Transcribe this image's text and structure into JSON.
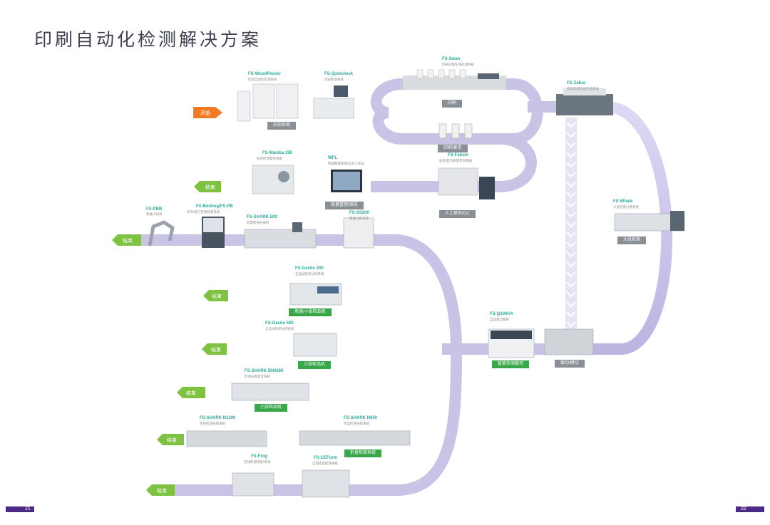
{
  "title": "印刷自动化检测解决方案",
  "start_label": "开始",
  "end_label": "结束",
  "page_left": "21",
  "page_right": "22",
  "colors": {
    "flow": "#c9c3e6",
    "flow_dark": "#b8b0de",
    "start": "#f07a24",
    "end": "#7fc242",
    "name": "#2aa89a",
    "page_bar": "#4a2a82"
  },
  "products": [
    {
      "id": "woodpecker",
      "name": "FS-WoodPecker",
      "desc": "印前自动化检测系统"
    },
    {
      "id": "spotcheck",
      "name": "FS-Spotcheck",
      "desc": "印前检测系统"
    },
    {
      "id": "swan",
      "name": "FS-Swan",
      "desc": "印刷过程在线检测系统"
    },
    {
      "id": "zebra",
      "name": "FS-Zebra",
      "desc": "卷筒印刷在线检测系统"
    },
    {
      "id": "falcon",
      "name": "FS-Falcon",
      "desc": "标签/软包质量检测系统"
    },
    {
      "id": "wfl",
      "name": "WFL",
      "desc": "智能数据管理/信息工作站"
    },
    {
      "id": "mamba",
      "name": "FS-Mamba 350",
      "desc": "标签检测复卷系统"
    },
    {
      "id": "prb",
      "name": "FS-PRB",
      "desc": "机器人码垛"
    },
    {
      "id": "binding",
      "name": "FS-Binding/FS-PB",
      "desc": "折页/装订在线检测系统"
    },
    {
      "id": "shark500",
      "name": "FS-SHARK 500",
      "desc": "智能检测分拣机"
    },
    {
      "id": "ss200",
      "name": "FS-SS200",
      "desc": "智能分拣系统"
    },
    {
      "id": "whale",
      "name": "FS-Whale",
      "desc": "大张检测分拣系统"
    },
    {
      "id": "gecko200",
      "name": "FS-Gecko 200",
      "desc": "全自动检测分拣系统"
    },
    {
      "id": "q100aa",
      "name": "FS-Q100AA",
      "desc": "自动裁切系统"
    },
    {
      "id": "gecko500",
      "name": "FS-Gecko 500",
      "desc": "全自动检测分拣系统"
    },
    {
      "id": "shark650",
      "name": "FS-SHARK 500/650",
      "desc": "检测分拣复合系统"
    },
    {
      "id": "sharkn1100",
      "name": "FS-SHARK N1100",
      "desc": "在线检测分拣系统"
    },
    {
      "id": "sharkn650",
      "name": "FS-SHARK N650",
      "desc": "折盒检测分拣系统"
    },
    {
      "id": "frog",
      "name": "FS-Frog",
      "desc": "在线检测系统/单张"
    },
    {
      "id": "ceform",
      "name": "FS-CEForm",
      "desc": "自动成型检测系统"
    }
  ],
  "stage_labels": {
    "prepress": "印前检测",
    "print": "印刷",
    "proof": "印刷/复卷",
    "audit": "质量管理/审核",
    "manual": "人工复检/QC",
    "big": "大张检测",
    "gecko200": "高速/小张检品机",
    "q100": "智能检测裁切",
    "cut": "裁切/模切",
    "gecko500": "小张检品机",
    "shark650": "小张检品机",
    "foldbox": "折盒检测系统"
  }
}
